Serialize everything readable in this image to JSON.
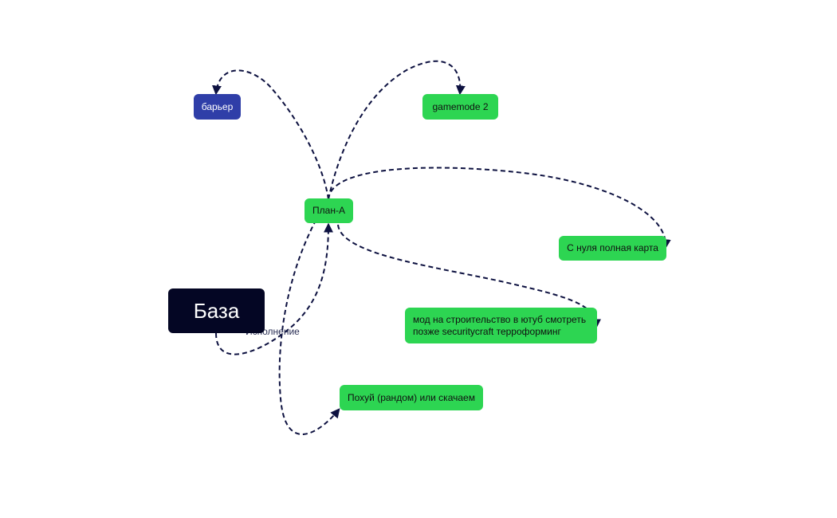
{
  "mindmap": {
    "root": {
      "label": "База"
    },
    "edge_label": "Исполнение",
    "nodes": {
      "plan": {
        "label": "План-А"
      },
      "barrier": {
        "label": "барьер"
      },
      "gamemode": {
        "label": "gamemode 2"
      },
      "map": {
        "label": "С нуля полная карта"
      },
      "mod_line1": "мод на строительство в ютуб смотреть",
      "mod_line2": "позже securitycraft терроформинг",
      "random": {
        "label": "Похуй (рандом) или скачаем"
      }
    }
  },
  "colors": {
    "edge": "#0d1140",
    "node_green": "#2dd552",
    "node_blue": "#2f3ea8",
    "node_dark": "#040624"
  }
}
